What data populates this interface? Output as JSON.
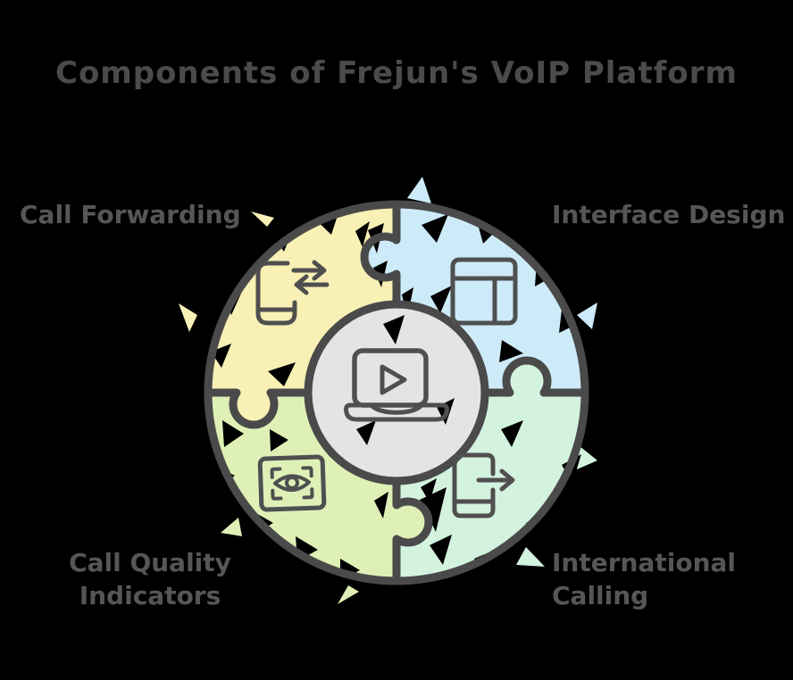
{
  "title": "Components of Frejun's VoIP Platform",
  "diagram": {
    "type": "puzzle-circle",
    "background_color": "#000000",
    "outline_color": "#4a4a4a",
    "title_color": "#4b4b4b",
    "label_color": "#565656",
    "center": {
      "fill": "#e4e4e4",
      "icon": "laptop-play-icon"
    },
    "segments": [
      {
        "id": "call-forwarding",
        "position": "top-left",
        "color": "#f8f0b4",
        "icon": "phone-transfer-icon",
        "lines": [
          "Call Forwarding"
        ]
      },
      {
        "id": "interface-design",
        "position": "top-right",
        "color": "#cdeaf8",
        "icon": "window-layout-icon",
        "lines": [
          "Interface Design"
        ]
      },
      {
        "id": "call-quality-indicators",
        "position": "bottom-left",
        "color": "#dff0b6",
        "icon": "eye-scan-icon",
        "lines": [
          "Call Quality",
          "Indicators"
        ]
      },
      {
        "id": "international-calling",
        "position": "bottom-right",
        "color": "#d3f3df",
        "icon": "phone-out-icon",
        "lines": [
          "International",
          "Calling"
        ]
      }
    ]
  }
}
